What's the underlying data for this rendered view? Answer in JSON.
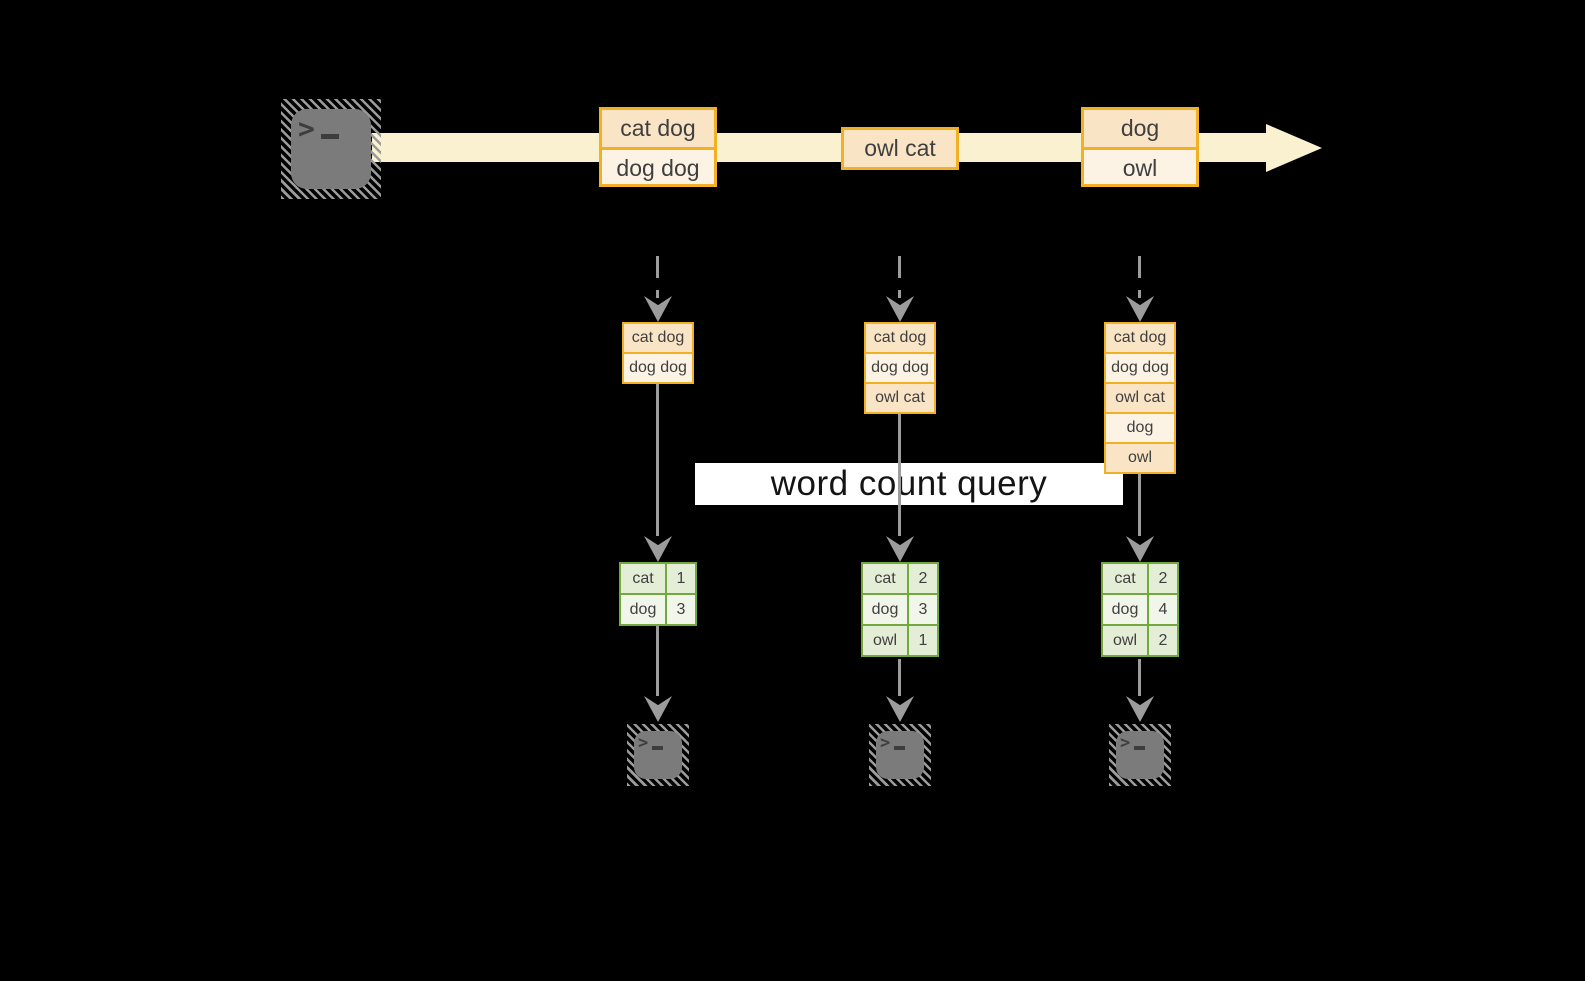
{
  "colors": {
    "background": "#000000",
    "stream_band": "#FAF1D0",
    "amber_border": "#F2B124",
    "peach_dark": "#FAE4C6",
    "peach_light": "#FDF3E4",
    "green_border": "#73A83E",
    "green_dark": "#E4EDD6",
    "green_light": "#F1F6EA",
    "arrow_gray": "#9C9C9C",
    "terminal_gray": "#7B7B7B",
    "glyph_gray": "#3D3D3D",
    "text_dark": "#3F3F3F",
    "query_box_bg": "#FFFFFF",
    "query_text": "#141414"
  },
  "icons": {
    "source": "terminal-icon",
    "sinks": [
      "terminal-icon",
      "terminal-icon",
      "terminal-icon"
    ],
    "glyph_gt": ">"
  },
  "stream": {
    "events": [
      {
        "lines": [
          "cat dog",
          "dog dog"
        ]
      },
      {
        "lines": [
          "owl cat"
        ]
      },
      {
        "lines": [
          "dog",
          "owl"
        ]
      }
    ]
  },
  "query": {
    "label": "word count query"
  },
  "columns": [
    {
      "state": [
        "cat dog",
        "dog dog"
      ],
      "counts": [
        {
          "word": "cat",
          "count": "1"
        },
        {
          "word": "dog",
          "count": "3"
        }
      ]
    },
    {
      "state": [
        "cat dog",
        "dog dog",
        "owl cat"
      ],
      "counts": [
        {
          "word": "cat",
          "count": "2"
        },
        {
          "word": "dog",
          "count": "3"
        },
        {
          "word": "owl",
          "count": "1"
        }
      ]
    },
    {
      "state": [
        "cat dog",
        "dog dog",
        "owl cat",
        "dog",
        "owl"
      ],
      "counts": [
        {
          "word": "cat",
          "count": "2"
        },
        {
          "word": "dog",
          "count": "4"
        },
        {
          "word": "owl",
          "count": "2"
        }
      ]
    }
  ]
}
